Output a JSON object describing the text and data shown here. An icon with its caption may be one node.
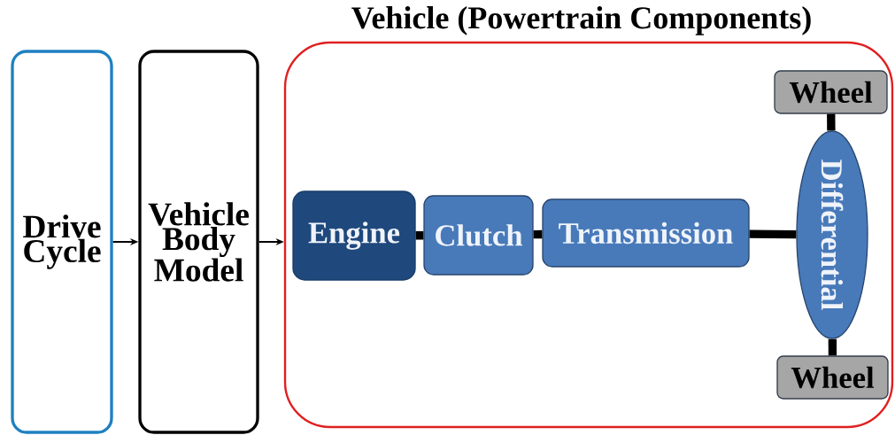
{
  "diagram": {
    "nodes": [
      {
        "text": [
          "Drive Cycle"
        ]
      },
      {
        "text": [
          "Vehicle Body Model"
        ]
      },
      {
        "text": [
          "Vehicle (Powertrain Components)"
        ]
      },
      {
        "text": [
          "Engine"
        ],
        "in": 2
      },
      {
        "text": [
          "Clutch"
        ],
        "in": 2
      },
      {
        "text": [
          "Transmission"
        ],
        "in": 2
      },
      {
        "text": [
          "Wheel"
        ],
        "in": 2
      },
      {
        "text": [
          "Differential"
        ],
        "in": 2
      },
      {
        "text": [
          "Wheel"
        ],
        "in": 2
      }
    ],
    "edges": [
      {
        "from": 0,
        "to": 1,
        "arrow": "to"
      },
      {
        "from": 1,
        "to": 2,
        "arrow": "to"
      },
      {
        "from": 3,
        "to": 4,
        "arrow": "none"
      },
      {
        "from": 4,
        "to": 5,
        "arrow": "none"
      },
      {
        "from": 5,
        "to": 7,
        "arrow": "none"
      },
      {
        "from": 6,
        "to": 7,
        "arrow": "none"
      },
      {
        "from": 7,
        "to": 8,
        "arrow": "none"
      }
    ]
  }
}
